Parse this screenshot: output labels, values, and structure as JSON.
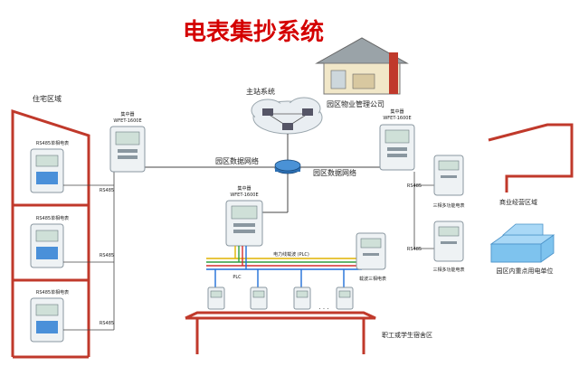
{
  "title": "电表集抄系统",
  "labels": {
    "residential": "住宅区域",
    "master_station": "主站系统",
    "property_company": "园区物业管理公司",
    "concentrator_left": "集中器",
    "concentrator_left_model": "WFET-1600E",
    "concentrator_right": "集中器",
    "concentrator_right_model": "WFET-1600E",
    "concentrator_center": "集中器",
    "concentrator_center_model": "WFET-1600E",
    "network_left": "园区数据网络",
    "network_right": "园区数据网络",
    "meter_label_1": "RS485单相电表",
    "meter_label_2": "RS485单相电表",
    "meter_label_3": "RS485单相电表",
    "rs485_1": "RS485",
    "rs485_2": "RS485",
    "rs485_3": "RS485",
    "rs485_4": "RS485",
    "rs485_5": "RS485",
    "three_phase_1": "三相多功能电表",
    "three_phase_2": "三相多功能电表",
    "business_area": "商业经营区域",
    "key_users": "园区内重点用电单位",
    "plc_bus": "电力线载波 (PLC)",
    "plc": "PLC",
    "carrier_meter": "载波三相电表",
    "ellipsis": "· · ·",
    "dormitory": "职工或学生宿舍区"
  },
  "colors": {
    "title": "#d40000",
    "building_red": "#c0392b",
    "line": "#444444",
    "bus_yellow": "#e0b400",
    "bus_green": "#2e9e3e",
    "bus_red": "#d32f2f",
    "bus_blue": "#1e6fd9",
    "cloud": "#e9eef2",
    "blocks": "#7ec3ee"
  }
}
